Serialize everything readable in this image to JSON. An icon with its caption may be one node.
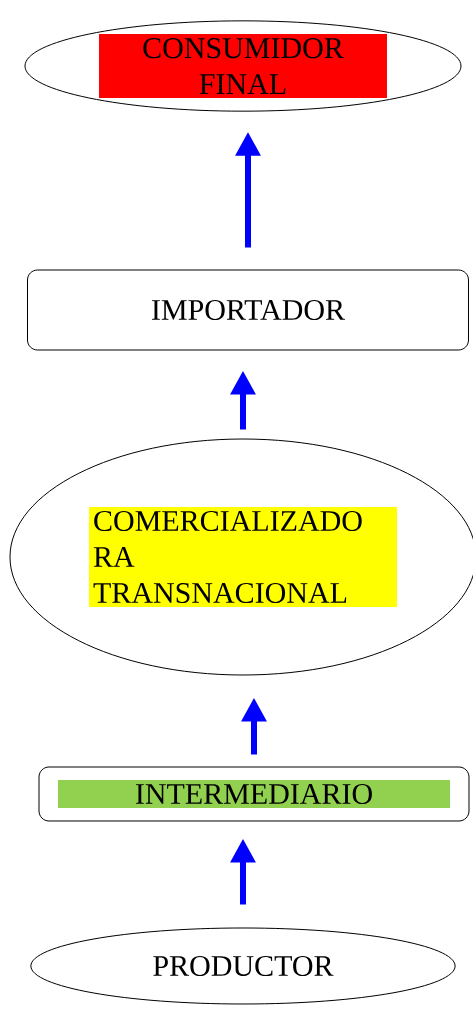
{
  "diagram": {
    "nodes": [
      {
        "text": [
          "CONSUMIDOR FINAL"
        ]
      },
      {
        "text": [
          "IMPORTADOR"
        ]
      },
      {
        "text": [
          "COMERCIALIZADO RA TRANSNACIONAL"
        ]
      },
      {
        "text": [
          "INTERMEDIARIO"
        ]
      },
      {
        "text": [
          "PRODUCTOR"
        ]
      }
    ],
    "edges": [
      {
        "from": 4,
        "to": 3,
        "arrow": "to"
      },
      {
        "from": 3,
        "to": 2,
        "arrow": "to"
      },
      {
        "from": 2,
        "to": 1,
        "arrow": "to"
      },
      {
        "from": 1,
        "to": 0,
        "arrow": "to"
      }
    ]
  }
}
